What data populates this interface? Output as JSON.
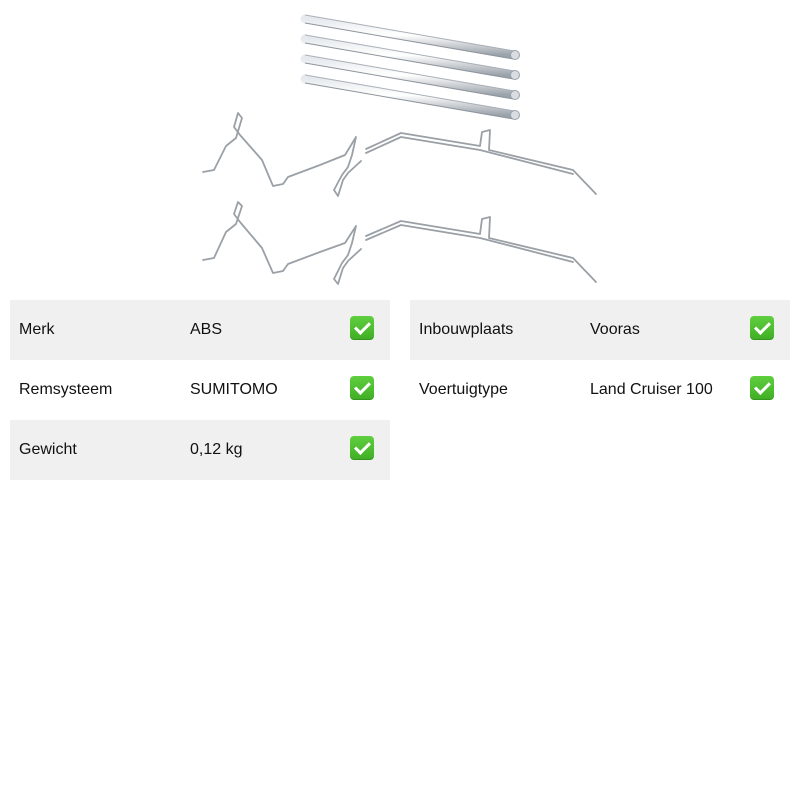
{
  "specs_left": [
    {
      "label": "Merk",
      "value": "ABS",
      "status": "check-icon"
    },
    {
      "label": "Remsysteem",
      "value": "SUMITOMO",
      "status": "check-icon"
    },
    {
      "label": "Gewicht",
      "value": "0,12 kg",
      "status": "check-icon"
    }
  ],
  "specs_right": [
    {
      "label": "Inbouwplaats",
      "value": "Vooras",
      "status": "check-icon"
    },
    {
      "label": "Voertuigtype",
      "value": "Land Cruiser 100",
      "status": "check-icon"
    }
  ],
  "colors": {
    "row_shade": "#f0f0f0",
    "check": "#4cbb2f",
    "metal": "#b8bec4"
  }
}
